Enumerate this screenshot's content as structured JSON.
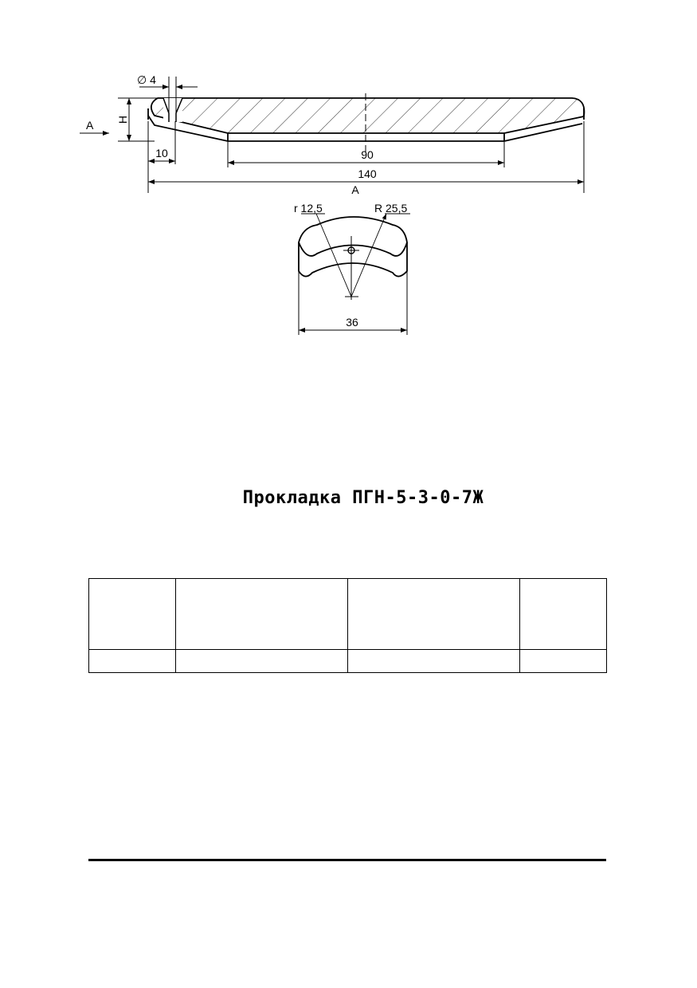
{
  "drawing": {
    "dim_diameter": "∅ 4",
    "dim_height": "H",
    "dim_view": "A",
    "dim_offset": "10",
    "dim_inner": "90",
    "dim_length": "140",
    "dim_overall": "A",
    "radius_small": "r 12,5",
    "radius_large": "R 25,5",
    "dim_width": "36"
  },
  "title": "Прокладка ПГН-5-3-0-7Ж",
  "table": {
    "header": [
      "",
      "",
      "",
      ""
    ],
    "rows": [
      [
        "",
        "",
        "",
        ""
      ]
    ]
  }
}
